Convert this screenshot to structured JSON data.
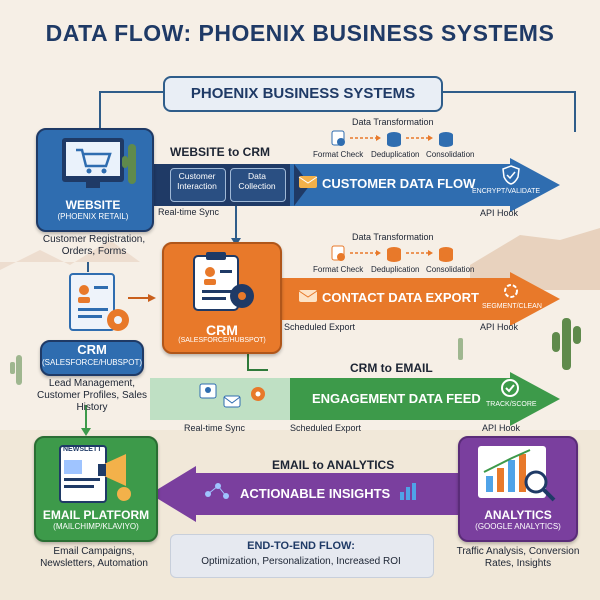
{
  "title": "DATA FLOW: PHOENIX BUSINESS SYSTEMS",
  "banner": "PHOENIX BUSINESS SYSTEMS",
  "flow1": {
    "heading": "WEBSITE to CRM",
    "transform_title": "Data Transformation",
    "steps": [
      "Format Check",
      "Deduplication",
      "Consolidation"
    ],
    "sub1": "Customer Interaction",
    "sub2": "Data Collection",
    "arrow_label": "CUSTOMER DATA FLOW",
    "badge": "ENCRYPT/VALIDATE",
    "left_note": "Real-time Sync",
    "right_note": "API Hook"
  },
  "website": {
    "name": "WEBSITE",
    "sub": "(PHOENIX RETAIL)",
    "desc": "Customer Registration, Orders, Forms"
  },
  "flow2": {
    "transform_title": "Data Transformation",
    "steps": [
      "Format Check",
      "Deduplication",
      "Consolidation"
    ],
    "arrow_label": "CONTACT DATA EXPORT",
    "badge": "SEGMENT/CLEAN",
    "left_note": "Scheduled Export",
    "right_note": "API Hook"
  },
  "crm_doc": {
    "name": "CRM",
    "sub": "(SALESFORCE/HUBSPOT)",
    "desc": "Lead Management, Customer Profiles, Sales History"
  },
  "crm_hub": {
    "name": "CRM",
    "sub": "(SALESFORCE/HUBSPOT)"
  },
  "flow3": {
    "heading": "CRM to EMAIL",
    "arrow_label": "ENGAGEMENT DATA FEED",
    "badge": "TRACK/SCORE",
    "left_note": "Real-time Sync",
    "mid_note": "Scheduled Export",
    "right_note": "API Hook"
  },
  "flow4": {
    "heading": "EMAIL to ANALYTICS",
    "arrow_label": "ACTIONABLE INSIGHTS"
  },
  "email": {
    "badge_text": "NEWSLETT",
    "name": "EMAIL PLATFORM",
    "sub": "(MAILCHIMP/KLAVIYO)",
    "desc": "Email Campaigns, Newsletters, Automation"
  },
  "analytics": {
    "name": "ANALYTICS",
    "sub": "(GOOGLE ANALYTICS)",
    "desc": "Traffic Analysis, Conversion Rates, Insights"
  },
  "summary": {
    "heading": "END-TO-END FLOW:",
    "text": "Optimization, Personalization, Increased ROI"
  },
  "colors": {
    "navy": "#1f3a66",
    "blue": "#2f6db0",
    "orange": "#e8792a",
    "green": "#3d9a4a",
    "purple": "#7a3f9e"
  }
}
